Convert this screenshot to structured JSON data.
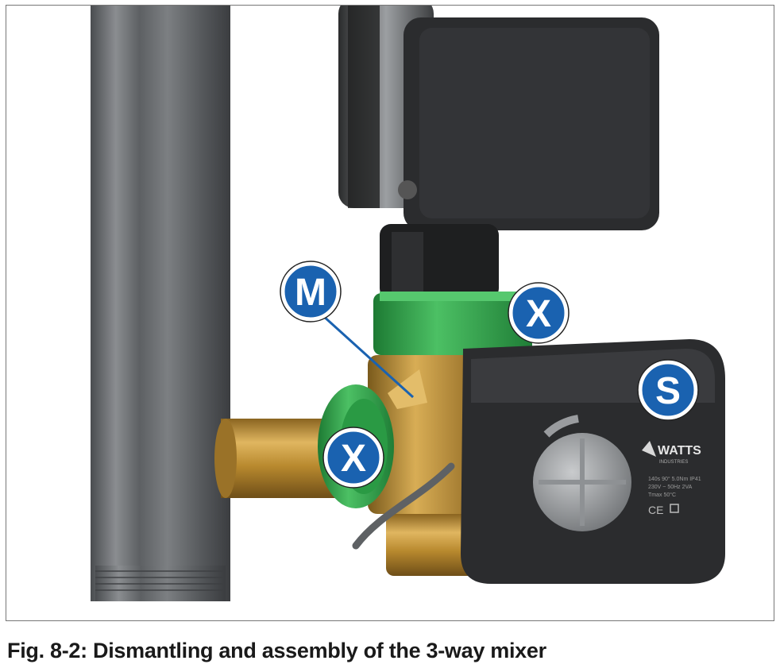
{
  "figure": {
    "labels": {
      "m": "M",
      "x_top": "X",
      "x_left": "X",
      "s": "S"
    },
    "actuator": {
      "brand": "WATTS",
      "brand_sub": "INDUSTRIES",
      "spec_line1": "140s 90° 5.0Nm IP41",
      "spec_line2": "230V ~ 50Hz 2VA",
      "spec_line3": "Tmax 50°C",
      "ce": "CE"
    },
    "colors": {
      "label_fill": "#1a62b0",
      "label_ring": "#ffffff",
      "nut_green": "#2fa64a",
      "brass": "#b8892e",
      "pipe_grey": "#6f7275",
      "actuator_dark": "#2b2c2e"
    }
  },
  "caption": "Fig. 8-2: Dismantling and assembly of the 3-way mixer"
}
